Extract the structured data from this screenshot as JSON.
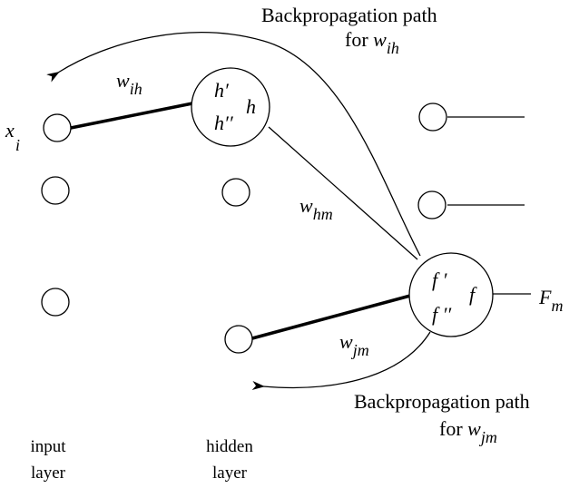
{
  "top_caption": {
    "line1": "Backpropagation path",
    "line2_prefix": "for",
    "weight_base": "w",
    "weight_sub": "ih"
  },
  "bottom_caption": {
    "line1": "Backpropagation path",
    "line2_prefix": "for",
    "weight_base": "w",
    "weight_sub": "jm"
  },
  "weights": {
    "w_ih": {
      "base": "w",
      "sub": "ih"
    },
    "w_hm": {
      "base": "w",
      "sub": "hm"
    },
    "w_jm": {
      "base": "w",
      "sub": "jm"
    }
  },
  "input_node": {
    "base": "x",
    "sub": "i"
  },
  "output_node": {
    "base": "F",
    "sub": "m"
  },
  "hidden_neuron": {
    "first_derivative": "h′",
    "second_derivative": "h′′",
    "function": "h"
  },
  "output_neuron": {
    "first_derivative": "f ′",
    "second_derivative": "f ′′",
    "function": "f"
  },
  "layer_labels": {
    "input_line1": "input",
    "input_line2": "layer",
    "hidden_line1": "hidden",
    "hidden_line2": "layer"
  }
}
